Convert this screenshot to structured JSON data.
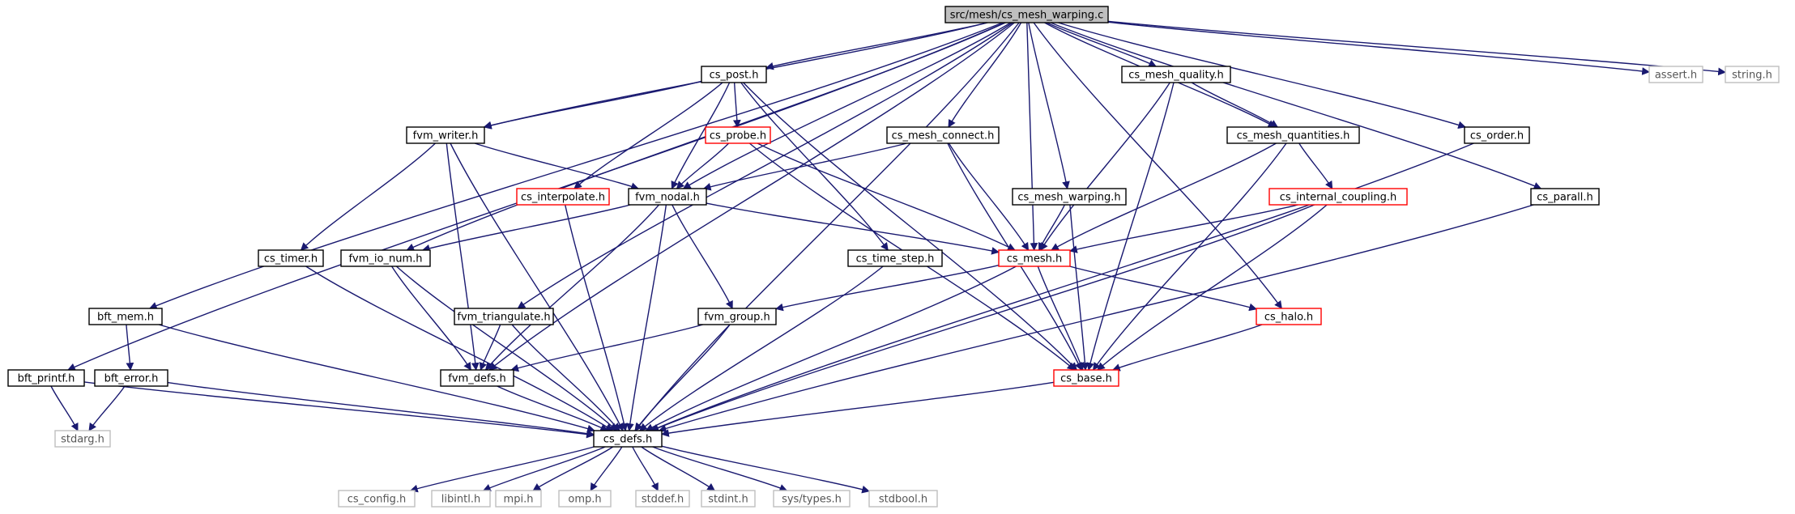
{
  "colors": {
    "edge": "#191970",
    "root_fill": "#bfbfbf",
    "node_border": "#000000",
    "truncated_border": "#ff0000",
    "external_border": "#bfbfbf",
    "text": "#000000",
    "external_text": "#555555"
  },
  "graph": {
    "nodes": [
      {
        "id": "root",
        "label": "src/mesh/cs_mesh_warping.c",
        "kind": "root"
      },
      {
        "id": "cs_post",
        "label": "cs_post.h",
        "kind": "normal"
      },
      {
        "id": "cs_mesh_quality",
        "label": "cs_mesh_quality.h",
        "kind": "normal"
      },
      {
        "id": "assert",
        "label": "assert.h",
        "kind": "external"
      },
      {
        "id": "string",
        "label": "string.h",
        "kind": "external"
      },
      {
        "id": "fvm_writer",
        "label": "fvm_writer.h",
        "kind": "normal"
      },
      {
        "id": "cs_probe",
        "label": "cs_probe.h",
        "kind": "truncated"
      },
      {
        "id": "cs_mesh_connect",
        "label": "cs_mesh_connect.h",
        "kind": "normal"
      },
      {
        "id": "cs_mesh_quantities",
        "label": "cs_mesh_quantities.h",
        "kind": "normal"
      },
      {
        "id": "cs_order",
        "label": "cs_order.h",
        "kind": "normal"
      },
      {
        "id": "cs_interpolate",
        "label": "cs_interpolate.h",
        "kind": "truncated"
      },
      {
        "id": "fvm_nodal",
        "label": "fvm_nodal.h",
        "kind": "normal"
      },
      {
        "id": "cs_mesh_warping",
        "label": "cs_mesh_warping.h",
        "kind": "normal"
      },
      {
        "id": "cs_internal_coupling",
        "label": "cs_internal_coupling.h",
        "kind": "truncated"
      },
      {
        "id": "cs_parall",
        "label": "cs_parall.h",
        "kind": "normal"
      },
      {
        "id": "cs_timer",
        "label": "cs_timer.h",
        "kind": "normal"
      },
      {
        "id": "fvm_io_num",
        "label": "fvm_io_num.h",
        "kind": "normal"
      },
      {
        "id": "cs_time_step",
        "label": "cs_time_step.h",
        "kind": "normal"
      },
      {
        "id": "cs_mesh",
        "label": "cs_mesh.h",
        "kind": "truncated"
      },
      {
        "id": "bft_mem",
        "label": "bft_mem.h",
        "kind": "normal"
      },
      {
        "id": "fvm_triangulate",
        "label": "fvm_triangulate.h",
        "kind": "normal"
      },
      {
        "id": "fvm_group",
        "label": "fvm_group.h",
        "kind": "normal"
      },
      {
        "id": "cs_halo",
        "label": "cs_halo.h",
        "kind": "truncated"
      },
      {
        "id": "bft_printf",
        "label": "bft_printf.h",
        "kind": "normal"
      },
      {
        "id": "bft_error",
        "label": "bft_error.h",
        "kind": "normal"
      },
      {
        "id": "fvm_defs",
        "label": "fvm_defs.h",
        "kind": "normal"
      },
      {
        "id": "cs_base",
        "label": "cs_base.h",
        "kind": "truncated"
      },
      {
        "id": "stdarg",
        "label": "stdarg.h",
        "kind": "external"
      },
      {
        "id": "cs_defs",
        "label": "cs_defs.h",
        "kind": "normal"
      },
      {
        "id": "cs_config",
        "label": "cs_config.h",
        "kind": "external"
      },
      {
        "id": "libintl",
        "label": "libintl.h",
        "kind": "external"
      },
      {
        "id": "mpi",
        "label": "mpi.h",
        "kind": "external"
      },
      {
        "id": "omp",
        "label": "omp.h",
        "kind": "external"
      },
      {
        "id": "stddef",
        "label": "stddef.h",
        "kind": "external"
      },
      {
        "id": "stdint",
        "label": "stdint.h",
        "kind": "external"
      },
      {
        "id": "sys_types",
        "label": "sys/types.h",
        "kind": "external"
      },
      {
        "id": "stdbool",
        "label": "stdbool.h",
        "kind": "external"
      }
    ],
    "edges": [
      [
        "root",
        "cs_post"
      ],
      [
        "root",
        "cs_mesh_quality"
      ],
      [
        "root",
        "assert"
      ],
      [
        "root",
        "string"
      ],
      [
        "root",
        "fvm_writer"
      ],
      [
        "root",
        "cs_mesh_connect"
      ],
      [
        "root",
        "cs_mesh_quantities"
      ],
      [
        "root",
        "cs_order"
      ],
      [
        "root",
        "fvm_nodal"
      ],
      [
        "root",
        "cs_mesh_warping"
      ],
      [
        "root",
        "cs_parall"
      ],
      [
        "root",
        "fvm_io_num"
      ],
      [
        "root",
        "cs_mesh"
      ],
      [
        "root",
        "bft_mem"
      ],
      [
        "root",
        "fvm_triangulate"
      ],
      [
        "root",
        "cs_halo"
      ],
      [
        "root",
        "bft_printf"
      ],
      [
        "root",
        "fvm_defs"
      ],
      [
        "root",
        "cs_defs"
      ],
      [
        "cs_post",
        "fvm_writer"
      ],
      [
        "cs_post",
        "cs_probe"
      ],
      [
        "cs_post",
        "cs_interpolate"
      ],
      [
        "cs_post",
        "fvm_nodal"
      ],
      [
        "cs_post",
        "cs_time_step"
      ],
      [
        "cs_post",
        "cs_base"
      ],
      [
        "cs_mesh_quality",
        "cs_mesh_quantities"
      ],
      [
        "cs_mesh_quality",
        "cs_mesh"
      ],
      [
        "cs_mesh_quality",
        "cs_base"
      ],
      [
        "fvm_writer",
        "fvm_nodal"
      ],
      [
        "fvm_writer",
        "cs_timer"
      ],
      [
        "fvm_writer",
        "fvm_defs"
      ],
      [
        "fvm_writer",
        "cs_defs"
      ],
      [
        "cs_probe",
        "fvm_nodal"
      ],
      [
        "cs_probe",
        "cs_mesh"
      ],
      [
        "cs_probe",
        "cs_base"
      ],
      [
        "cs_mesh_connect",
        "fvm_nodal"
      ],
      [
        "cs_mesh_connect",
        "cs_mesh"
      ],
      [
        "cs_mesh_connect",
        "cs_base"
      ],
      [
        "cs_mesh_quantities",
        "cs_internal_coupling"
      ],
      [
        "cs_mesh_quantities",
        "cs_mesh"
      ],
      [
        "cs_mesh_quantities",
        "cs_base"
      ],
      [
        "cs_order",
        "cs_defs"
      ],
      [
        "cs_interpolate",
        "cs_defs"
      ],
      [
        "fvm_nodal",
        "fvm_io_num"
      ],
      [
        "fvm_nodal",
        "cs_mesh"
      ],
      [
        "fvm_nodal",
        "fvm_group"
      ],
      [
        "fvm_nodal",
        "fvm_defs"
      ],
      [
        "fvm_nodal",
        "cs_defs"
      ],
      [
        "cs_mesh_warping",
        "cs_mesh"
      ],
      [
        "cs_mesh_warping",
        "cs_base"
      ],
      [
        "cs_internal_coupling",
        "cs_mesh"
      ],
      [
        "cs_internal_coupling",
        "cs_base"
      ],
      [
        "cs_internal_coupling",
        "cs_defs"
      ],
      [
        "cs_parall",
        "cs_defs"
      ],
      [
        "cs_timer",
        "cs_defs"
      ],
      [
        "fvm_io_num",
        "fvm_defs"
      ],
      [
        "fvm_io_num",
        "cs_defs"
      ],
      [
        "cs_time_step",
        "cs_defs"
      ],
      [
        "cs_mesh",
        "fvm_group"
      ],
      [
        "cs_mesh",
        "cs_halo"
      ],
      [
        "cs_mesh",
        "cs_base"
      ],
      [
        "cs_mesh",
        "cs_defs"
      ],
      [
        "bft_mem",
        "bft_error"
      ],
      [
        "bft_mem",
        "cs_defs"
      ],
      [
        "fvm_triangulate",
        "fvm_defs"
      ],
      [
        "fvm_triangulate",
        "cs_defs"
      ],
      [
        "fvm_group",
        "fvm_defs"
      ],
      [
        "fvm_group",
        "cs_defs"
      ],
      [
        "cs_halo",
        "cs_base"
      ],
      [
        "bft_printf",
        "stdarg"
      ],
      [
        "bft_printf",
        "cs_defs"
      ],
      [
        "bft_error",
        "stdarg"
      ],
      [
        "bft_error",
        "cs_defs"
      ],
      [
        "fvm_defs",
        "cs_defs"
      ],
      [
        "cs_base",
        "cs_defs"
      ],
      [
        "cs_defs",
        "cs_config"
      ],
      [
        "cs_defs",
        "libintl"
      ],
      [
        "cs_defs",
        "mpi"
      ],
      [
        "cs_defs",
        "omp"
      ],
      [
        "cs_defs",
        "stddef"
      ],
      [
        "cs_defs",
        "stdint"
      ],
      [
        "cs_defs",
        "sys_types"
      ],
      [
        "cs_defs",
        "stdbool"
      ]
    ]
  }
}
